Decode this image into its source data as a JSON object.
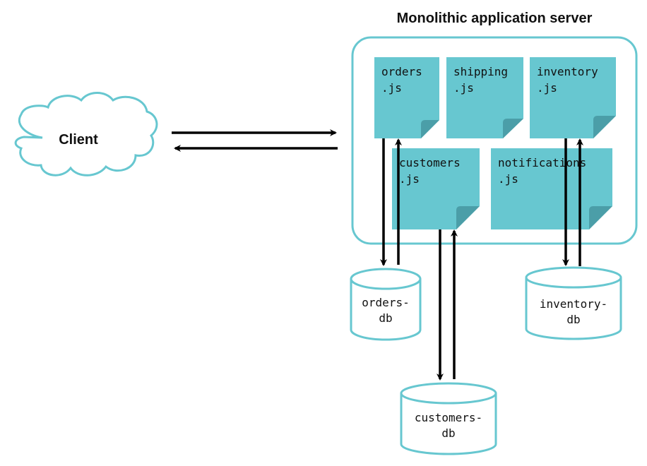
{
  "diagram": {
    "title": "Monolithic application server",
    "client_label": "Client",
    "accent_color": "#67c7d0",
    "fold_color": "#4b9ea8",
    "arrow_color": "#000000",
    "modules": [
      {
        "id": "orders",
        "line1": "orders",
        "line2": ".js"
      },
      {
        "id": "shipping",
        "line1": "shipping",
        "line2": ".js"
      },
      {
        "id": "inventory",
        "line1": "inventory",
        "line2": ".js"
      },
      {
        "id": "customers",
        "line1": "customers",
        "line2": ".js"
      },
      {
        "id": "notifications",
        "line1": "notifications",
        "line2": ".js"
      }
    ],
    "databases": [
      {
        "id": "orders-db",
        "line1": "orders-",
        "line2": "db"
      },
      {
        "id": "inventory-db",
        "line1": "inventory-",
        "line2": "db"
      },
      {
        "id": "customers-db",
        "line1": "customers-",
        "line2": "db"
      }
    ]
  }
}
